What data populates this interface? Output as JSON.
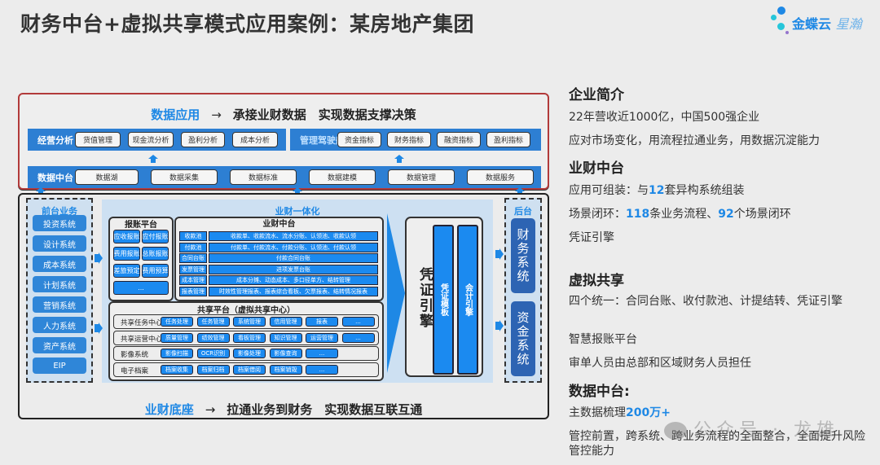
{
  "title": "财务中台+虚拟共享模式应用案例：某房地产集团",
  "logo": {
    "brand": "金蝶云",
    "product": "星瀚"
  },
  "colors": {
    "accent": "#1e88e5",
    "band": "#2d7fd3",
    "red_frame": "#b23a3a",
    "button": "#1b8af0",
    "back_button": "#2d64b3"
  },
  "data_app": {
    "title_blue": "数据应用",
    "arrow": "→",
    "title_rest": "承接业财数据　实现数据支撑决策",
    "operating": {
      "label": "经营分析",
      "items": [
        "货值管理",
        "现金流分析",
        "盈利分析",
        "成本分析"
      ]
    },
    "cockpit": {
      "label": "管理驾驶舱",
      "items": [
        "资金指标",
        "财务指标",
        "融资指标",
        "盈利指标"
      ]
    },
    "data_mid": {
      "label": "数据中台",
      "items": [
        "数据湖",
        "数据采集",
        "数据标准",
        "数据建模",
        "数据管理",
        "数据服务"
      ]
    }
  },
  "front": {
    "title": "前台业务",
    "items": [
      "投资系统",
      "设计系统",
      "成本系统",
      "计划系统",
      "营销系统",
      "人力系统",
      "资产系统",
      "EIP"
    ]
  },
  "integration": {
    "title": "业财一体化",
    "reimburse": {
      "title": "报账平台",
      "items": [
        "应收报账",
        "应付报账",
        "费用报账",
        "总账报账",
        "差旅预定",
        "费用预算",
        "..."
      ]
    },
    "ye_cai": {
      "title": "业财中台",
      "rows": [
        {
          "label": "收款池",
          "content": "收款单、收款流水、流水分账、认领池、收款认领"
        },
        {
          "label": "付款池",
          "content": "付款单、付款流水、付款分账、认领池、付款认领"
        },
        {
          "label": "合同台账",
          "content": "付款合同台账"
        },
        {
          "label": "发票管理",
          "content": "进项发票台账"
        },
        {
          "label": "成本管理",
          "content": "成本分摊、动态成本、多口径单方、结转管理"
        },
        {
          "label": "报表管理",
          "content": "时效性管理报表、报表综合看板、欠票报表、结转情况报表"
        }
      ]
    },
    "shared": {
      "title": "共享平台（虚拟共享中心）",
      "rows": [
        {
          "label": "共享任务中心",
          "items": [
            "任务处理",
            "任务管理",
            "系统管理",
            "信用管理",
            "报表",
            "..."
          ]
        },
        {
          "label": "共享运营中心",
          "items": [
            "质量管理",
            "绩效管理",
            "看板管理",
            "知识管理",
            "运营管理",
            "..."
          ]
        },
        {
          "label": "影像系统",
          "items": [
            "影像扫描",
            "OCR识别",
            "影像处理",
            "影像查询",
            "..."
          ]
        },
        {
          "label": "电子档案",
          "items": [
            "档案收集",
            "档案归档",
            "档案借阅",
            "档案销毁",
            "..."
          ]
        }
      ]
    },
    "voucher": {
      "title": "凭证引擎",
      "template": "凭证模板",
      "accounting": "会计引擎"
    }
  },
  "back": {
    "title": "后台",
    "items": [
      "财务系统",
      "资金系统"
    ]
  },
  "foundation": {
    "title_blue": "业财底座",
    "arrow": "→",
    "title_rest": "拉通业务到财务　实现数据互联互通"
  },
  "right": {
    "s1": {
      "heading": "企业简介",
      "lines": [
        "22年营收近1000亿，中国500强企业",
        "应对市场变化，用流程拉通业务，用数据沉淀能力"
      ]
    },
    "s2": {
      "heading": "业财中台",
      "l1_pre": "应用可组装：与",
      "l1_num": "12",
      "l1_post": "套异构系统组装",
      "l2_pre": "场景闭环：",
      "l2_num1": "118",
      "l2_mid": "条业务流程、",
      "l2_num2": "92",
      "l2_post": "个场景闭环",
      "l3": "凭证引擎"
    },
    "s3": {
      "heading": "虚拟共享",
      "lines": [
        "四个统一：合同台账、收付款池、计提结转、凭证引擎",
        "智慧报账平台",
        "审单人员由总部和区域财务人员担任"
      ]
    },
    "s4": {
      "heading": "数据中台:",
      "l1_pre": "主数据梳理",
      "l1_num": "200万+",
      "l2": "管控前置，跨系统、跨业务流程的全面整合，全面提升风险管控能力"
    }
  },
  "watermark": "公众号 · 龙雄"
}
